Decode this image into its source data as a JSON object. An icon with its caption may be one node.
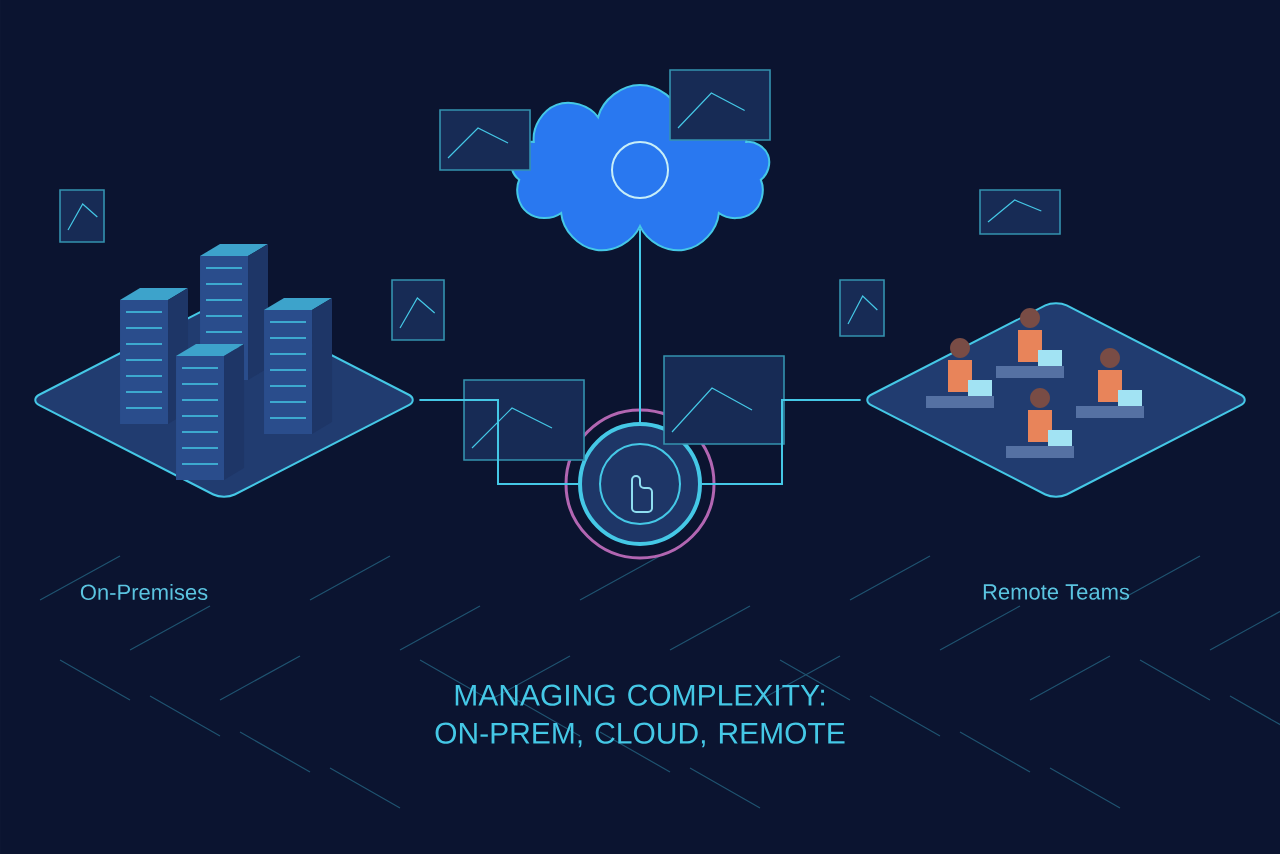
{
  "diagram": {
    "title": "MANAGING COMPLEXITY: ON-PREM, CLOUD, REMOTE",
    "nodes": [
      {
        "text": [],
        "shape": "picture",
        "beside": [
          "On-Premises"
        ]
      },
      {
        "text": [],
        "shape": "cloud"
      },
      {
        "text": [],
        "shape": "circle"
      },
      {
        "text": [],
        "shape": "picture",
        "beside": [
          "Remote Teams"
        ]
      }
    ],
    "edges": [
      {
        "from": 1,
        "to": 2,
        "arrow": "none"
      },
      {
        "from": 2,
        "to": 0,
        "arrow": "none"
      },
      {
        "from": 2,
        "to": 3,
        "arrow": "none"
      }
    ]
  }
}
